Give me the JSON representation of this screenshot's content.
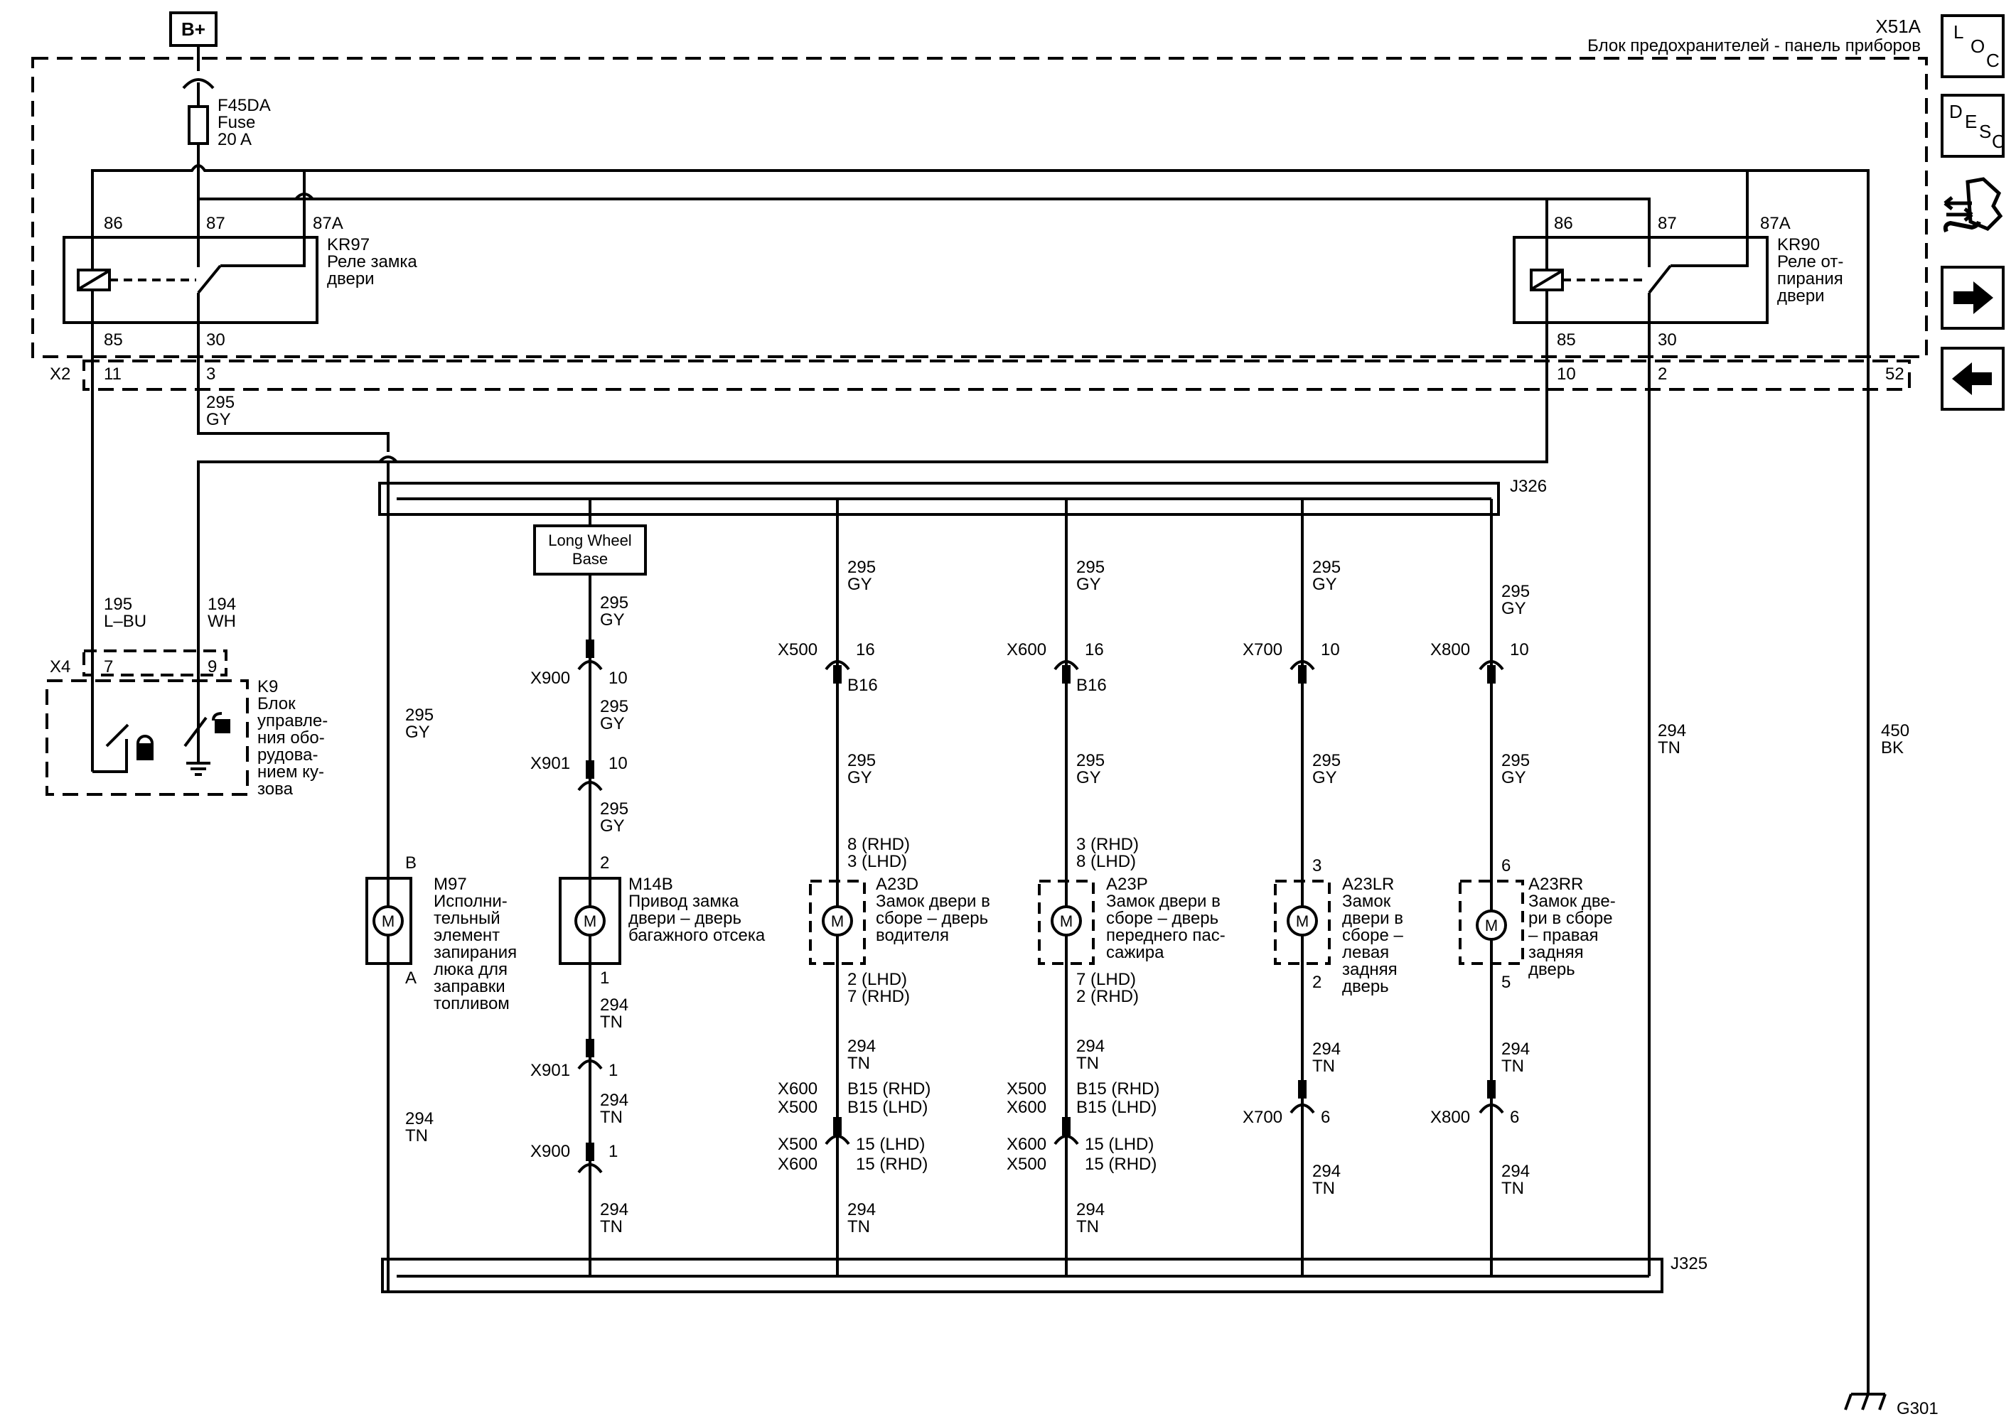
{
  "fuse_block": {
    "id": "X51A",
    "name": "Блок предохранителей - панель приборов",
    "connector": "X2",
    "pin_52": "52"
  },
  "power": {
    "label": "B+"
  },
  "fuse": {
    "id": "F45DA",
    "type": "Fuse",
    "rating": "20 A"
  },
  "relay_kr97": {
    "id": "KR97",
    "name_l1": "Реле замка",
    "name_l2": "двери",
    "t86": "86",
    "t87": "87",
    "t87a": "87A",
    "t85": "85",
    "t30": "30",
    "p85": "11",
    "p30": "3"
  },
  "relay_kr90": {
    "id": "KR90",
    "name_l1": "Реле от-",
    "name_l2": "пирания",
    "name_l3": "двери",
    "t86": "86",
    "t87": "87",
    "t87a": "87A",
    "t85": "85",
    "t30": "30",
    "p85": "10",
    "p30": "2"
  },
  "wires": {
    "w295": "295",
    "gy": "GY",
    "w195": "195",
    "lbu": "L–BU",
    "w194": "194",
    "wh": "WH",
    "w294": "294",
    "tn": "TN",
    "w450": "450",
    "bk": "BK"
  },
  "k9": {
    "connector": "X4",
    "pin_a": "7",
    "pin_b": "9",
    "id": "K9",
    "name_lines": [
      "Блок",
      "управле-",
      "ния обо-",
      "рудова-",
      "нием ку-",
      "зова"
    ]
  },
  "splices": {
    "top": "J326",
    "bottom": "J325"
  },
  "ground": "G301",
  "long_wheel_base": {
    "l1": "Long Wheel",
    "l2": "Base"
  },
  "m97": {
    "id": "M97",
    "pin_top": "B",
    "pin_bottom": "A",
    "symbol": "M",
    "name_lines": [
      "Исполни-",
      "тельный",
      "элемент",
      "запирания",
      "люка для",
      "заправки",
      "топливом"
    ]
  },
  "m14b": {
    "id": "M14B",
    "pin_top": "2",
    "pin_bottom": "1",
    "symbol": "M",
    "name_lines": [
      "Привод замка",
      "двери – дверь",
      "багажного отсека"
    ],
    "c1": "X900",
    "c1p": "10",
    "c2": "X901",
    "c2p": "10",
    "c3": "X901",
    "c3p": "1",
    "c4": "X900",
    "c4p": "1"
  },
  "a23d": {
    "id": "A23D",
    "symbol": "M",
    "name_lines": [
      "Замок двери в",
      "сборе – дверь",
      "водителя"
    ],
    "top_conn": "X500",
    "top_pin": "16",
    "top_pin2": "B16",
    "pin_t1": "8 (RHD)",
    "pin_t2": "3 (LHD)",
    "pin_b1": "2 (LHD)",
    "pin_b2": "7 (RHD)",
    "c_a1": "X600",
    "c_a2": "X500",
    "c_ap1": "B15 (RHD)",
    "c_ap2": "B15 (LHD)",
    "c_b1": "X500",
    "c_b2": "X600",
    "c_bp1": "15 (LHD)",
    "c_bp2": "15 (RHD)"
  },
  "a23p": {
    "id": "A23P",
    "symbol": "M",
    "name_lines": [
      "Замок двери в",
      "сборе – дверь",
      "переднего пас-",
      "сажира"
    ],
    "top_conn": "X600",
    "top_pin": "16",
    "top_pin2": "B16",
    "pin_t1": "3 (RHD)",
    "pin_t2": "8 (LHD)",
    "pin_b1": "7 (LHD)",
    "pin_b2": "2 (RHD)",
    "c_a1": "X500",
    "c_a2": "X600",
    "c_ap1": "B15 (RHD)",
    "c_ap2": "B15 (LHD)",
    "c_b1": "X600",
    "c_b2": "X500",
    "c_bp1": "15 (LHD)",
    "c_bp2": "15 (RHD)"
  },
  "a23lr": {
    "id": "A23LR",
    "symbol": "M",
    "name_lines": [
      "Замок",
      "двери в",
      "сборе –",
      "левая",
      "задняя",
      "дверь"
    ],
    "top_conn": "X700",
    "top_pin": "10",
    "pin_t": "3",
    "pin_b": "2",
    "bot_conn": "X700",
    "bot_pin": "6"
  },
  "a23rr": {
    "id": "A23RR",
    "symbol": "M",
    "name_lines": [
      "Замок две-",
      "ри в сборе",
      "– правая",
      "задняя",
      "дверь"
    ],
    "top_conn": "X800",
    "top_pin": "10",
    "pin_t": "6",
    "pin_b": "5",
    "bot_conn": "X800",
    "bot_pin": "6"
  },
  "nav": {
    "loc": [
      "L",
      "O",
      "C"
    ],
    "desc": [
      "D",
      "E",
      "S",
      "C"
    ]
  }
}
